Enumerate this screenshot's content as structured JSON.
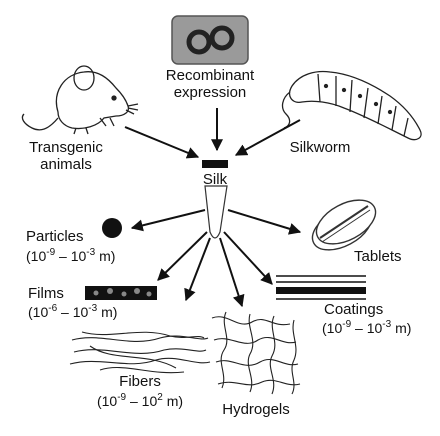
{
  "sources": {
    "recombinant": {
      "line1": "Recombinant",
      "line2": "expression"
    },
    "transgenic": {
      "line1": "Transgenic",
      "line2": "animals"
    },
    "silkworm": "Silkworm"
  },
  "center": "Silk",
  "products": {
    "particles": {
      "name": "Particles",
      "range_pre": "(10",
      "exp1": "-9",
      "mid": " – 10",
      "exp2": "-3",
      "unit": " m)"
    },
    "films": {
      "name": "Films",
      "range_pre": "(10",
      "exp1": "-6",
      "mid": " – 10",
      "exp2": "-3",
      "unit": " m)"
    },
    "fibers": {
      "name": "Fibers",
      "range_pre": "(10",
      "exp1": "-9",
      "mid": " – 10",
      "exp2": "2",
      "unit": " m)"
    },
    "hydrogels": "Hydrogels",
    "coatings": {
      "name": "Coatings",
      "range_pre": "(10",
      "exp1": "-9",
      "mid": " – 10",
      "exp2": "-3",
      "unit": " m)"
    },
    "tablets": "Tablets"
  }
}
